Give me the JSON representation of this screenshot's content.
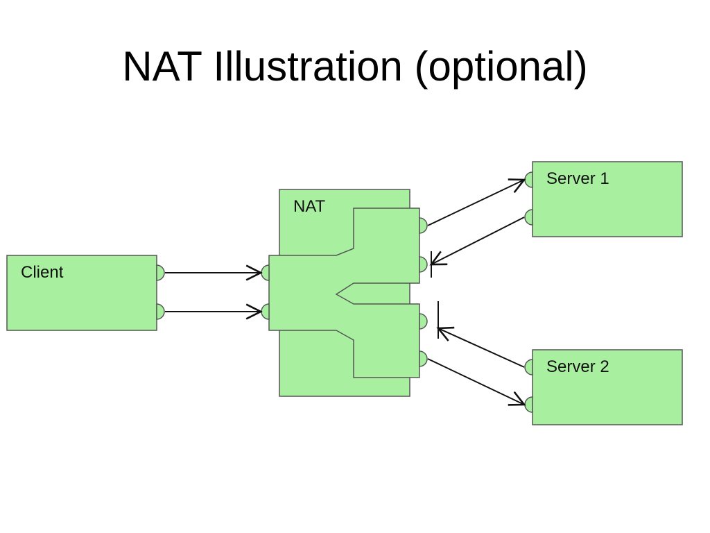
{
  "slide": {
    "title": "NAT Illustration (optional)"
  },
  "diagram": {
    "client_label": "Client",
    "nat_label": "NAT",
    "server1_label": "Server 1",
    "server2_label": "Server 2"
  },
  "colors": {
    "box_fill": "#a8f0a0",
    "box_stroke": "#555555",
    "line": "#111111"
  }
}
